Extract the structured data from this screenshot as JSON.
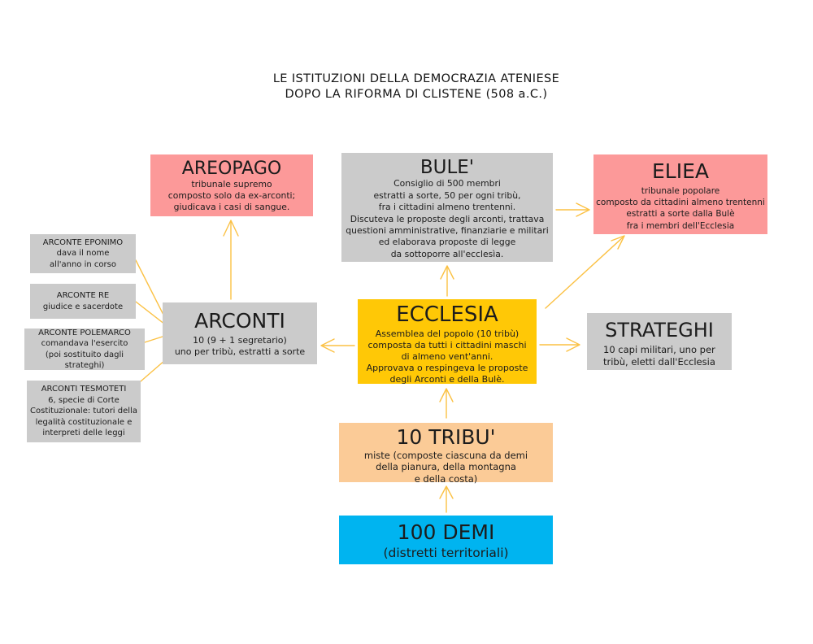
{
  "title": {
    "line1": "LE ISTITUZIONI DELLA DEMOCRAZIA ATENIESE",
    "line2": "DOPO LA RIFORMA DI CLISTENE (508 a.C.)"
  },
  "colors": {
    "pink": "#FC9999",
    "gray": "#CBCBCB",
    "yellow": "#FFC806",
    "peach": "#FBCB97",
    "cyan": "#00B4F0",
    "arrow": "#FBC144"
  },
  "boxes": {
    "areopago": {
      "title": "AREOPAGO",
      "body": "tribunale supremo\ncomposto solo da ex-arconti;\ngiudicava i casi di sangue."
    },
    "bule": {
      "title": "BULE'",
      "body": "Consiglio di 500 membri\nestratti a sorte, 50 per ogni tribù,\nfra i cittadini almeno trentenni.\nDiscuteva le proposte degli arconti, trattava\nquestioni amministrative, finanziarie e militari\ned elaborava proposte di legge\nda sottoporre all'ecclesìa."
    },
    "eliea": {
      "title": "ELIEA",
      "body": "tribunale popolare\ncomposto da cittadini almeno trentenni\nestratti a sorte dalla Bulè\nfra i membri dell'Ecclesia"
    },
    "arconti": {
      "title": "ARCONTI",
      "body": "10 (9 + 1 segretario)\nuno per tribù, estratti a sorte"
    },
    "ecclesia": {
      "title": "ECCLESIA",
      "body": "Assemblea del popolo (10 tribù)\ncomposta da tutti i cittadini maschi\ndi almeno vent'anni.\nApprovava o respingeva le proposte\ndegli Arconti e della Bulè."
    },
    "strateghi": {
      "title": "STRATEGHI",
      "body": "10 capi militari, uno per\ntribù, eletti dall'Ecclesia"
    },
    "tribu": {
      "title": "10 TRIBU'",
      "body": "miste (composte ciascuna da demi\ndella pianura, della montagna\ne della costa)"
    },
    "demi": {
      "title": "100 DEMI",
      "body": "(distretti territoriali)"
    },
    "archons": [
      {
        "title": "ARCONTE EPONIMO",
        "body": "dava il nome\nall'anno in corso"
      },
      {
        "title": "ARCONTE RE",
        "body": "giudice e sacerdote"
      },
      {
        "title": "ARCONTE POLEMARCO",
        "body": "comandava l'esercito\n(poi sostituito dagli strateghi)"
      },
      {
        "title": "ARCONTI TESMOTETI",
        "body": "6, specie di Corte\nCostituzionale: tutori della\nlegalità costituzionale e\ninterpreti delle leggi"
      }
    ]
  }
}
